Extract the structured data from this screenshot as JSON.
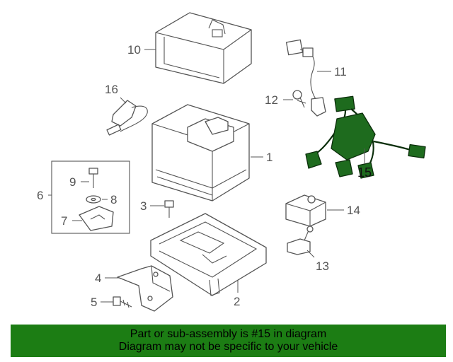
{
  "callouts": {
    "c1": "1",
    "c2": "2",
    "c3": "3",
    "c4": "4",
    "c5": "5",
    "c6": "6",
    "c7": "7",
    "c8": "8",
    "c9": "9",
    "c10": "10",
    "c11": "11",
    "c12": "12",
    "c13": "13",
    "c14": "14",
    "c15": "15",
    "c16": "16"
  },
  "highlighted_part": "15",
  "colors": {
    "highlight": "#1e6b1e",
    "banner": "#1c7d14",
    "line": "#555555"
  },
  "banner": {
    "line1": "Part or sub-assembly is #15 in diagram",
    "line2": "Diagram may not be specific to your vehicle"
  }
}
